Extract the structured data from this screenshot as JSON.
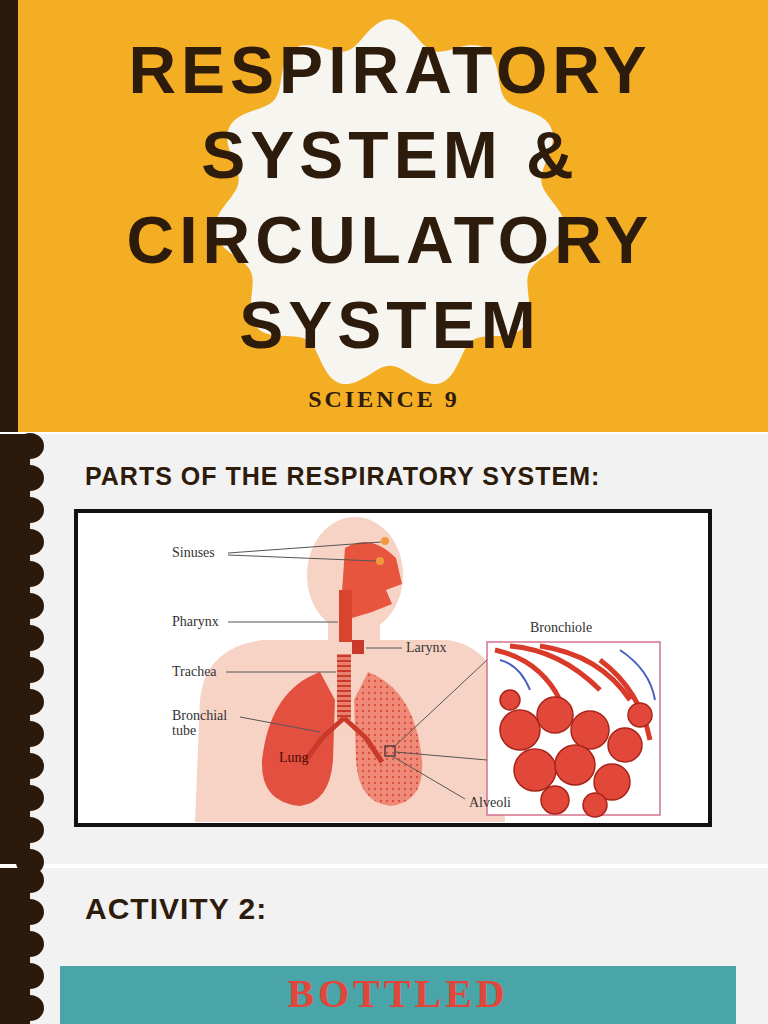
{
  "diagram": {
    "title": "RESPIRATORY SYSTEM & CIRCULATORY SYSTEM",
    "nodes": [
      {
        "text": [
          "BOTTLED"
        ]
      }
    ],
    "labels": [
      "SCIENCE 9",
      "PARTS OF THE RESPIRATORY SYSTEM:",
      "Sinuses",
      "Pharynx",
      "Larynx",
      "Trachea",
      "Bronchial tube",
      "Lung",
      "Bronchiole",
      "Alveoli",
      "ACTIVITY 2:"
    ]
  }
}
